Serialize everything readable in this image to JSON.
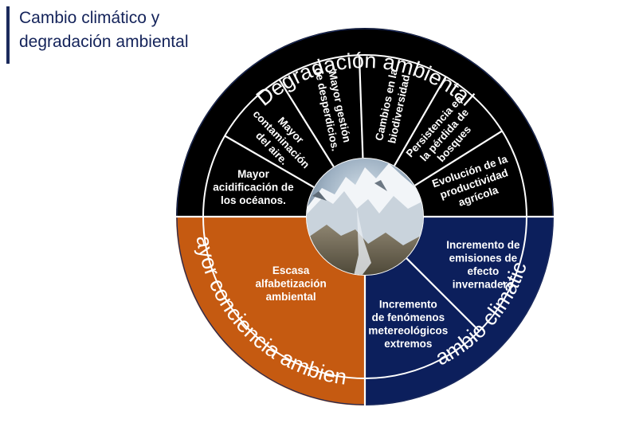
{
  "title": {
    "line1": "Cambio climático y",
    "line2": "degradación ambiental"
  },
  "wheel": {
    "top_label": "Degradación ambiental",
    "left_label": "Mayor conciencia ambiental",
    "right_label": "Cambio climático",
    "center_image": "mountain-glacier-photo",
    "colors": {
      "black": "#000000",
      "orange": "#c55a11",
      "navy": "#0c1f5c",
      "divider": "#ffffff"
    },
    "degradacion": [
      [
        "Mayor",
        "acidificación de",
        "los océanos."
      ],
      [
        "Mayor",
        "contaminación",
        "del aire."
      ],
      [
        "Mayor gestión",
        "de desperdicios."
      ],
      [
        "Cambios en la",
        "biodiversidad."
      ],
      [
        "Persistencia en",
        "la pérdida de",
        "bosques"
      ],
      [
        "Evolución de la",
        "productividad",
        "agrícola"
      ]
    ],
    "conciencia": [
      [
        "Escasa",
        "alfabetización",
        "ambiental"
      ]
    ],
    "climatico": [
      [
        "Incremento de",
        "emisiones de",
        "efecto",
        "invernadero"
      ],
      [
        "Incremento",
        "de fenómenos",
        "metereológicos",
        "extremos"
      ]
    ]
  }
}
